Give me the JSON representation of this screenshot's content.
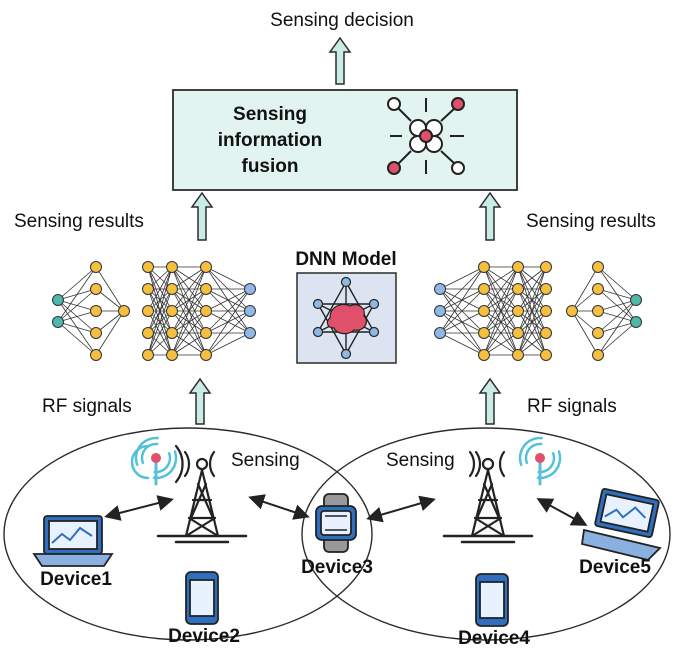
{
  "labels": {
    "sensing_decision": "Sensing decision",
    "fusion_line1": "Sensing",
    "fusion_line2": "information",
    "fusion_line3": "fusion",
    "sensing_results_left": "Sensing results",
    "sensing_results_right": "Sensing results",
    "dnn_model": "DNN Model",
    "rf_signals_left": "RF signals",
    "rf_signals_right": "RF signals",
    "sensing_left": "Sensing",
    "sensing_right": "Sensing"
  },
  "devices": {
    "device1": "Device1",
    "device2": "Device2",
    "device3": "Device3",
    "device4": "Device4",
    "device5": "Device5"
  },
  "colors": {
    "arrow_fill": "#c9ece6",
    "fusion_box": "#e2f4f0",
    "node_orange": "#f5bf42",
    "node_teal": "#4fb8a8",
    "node_blue": "#8fb8e4",
    "brain_red": "#e0506a",
    "dnn_box": "#dce4f2"
  }
}
